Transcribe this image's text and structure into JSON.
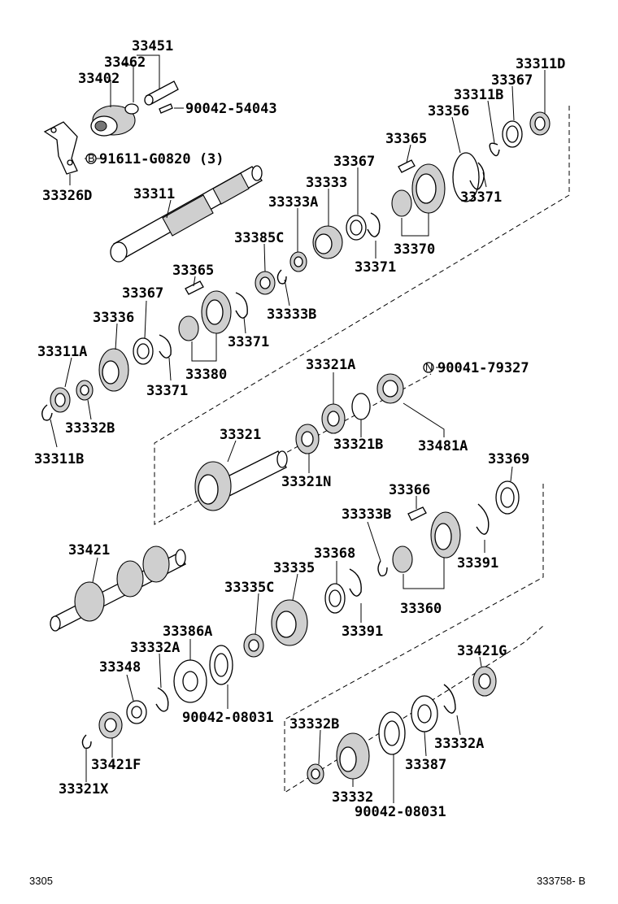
{
  "diagram": {
    "labels": {
      "l33451": "33451",
      "l33462": "33462",
      "l33402": "33402",
      "l90042_54043": "90042-54043",
      "l91611": "91611-G0820 (3)",
      "l33326D": "33326D",
      "l33311": "33311",
      "l33311D": "33311D",
      "l33367a": "33367",
      "l33311B_top": "33311B",
      "l33356": "33356",
      "l33365a": "33365",
      "l33367b": "33367",
      "l33371a": "33371",
      "l33333": "33333",
      "l33333A": "33333A",
      "l33370": "33370",
      "l33385C": "33385C",
      "l33371b": "33371",
      "l33365b": "33365",
      "l33333B_a": "33333B",
      "l33367c": "33367",
      "l33371c": "33371",
      "l33336": "33336",
      "l33311A": "33311A",
      "l33380": "33380",
      "l33371d": "33371",
      "l33332B_a": "33332B",
      "l33311B_bot": "33311B",
      "l33321A": "33321A",
      "l90041": "90041-79327",
      "l33321": "33321",
      "l33321B": "33321B",
      "l33481A": "33481A",
      "l33321N": "33321N",
      "l33369": "33369",
      "l33366": "33366",
      "l33333B_b": "33333B",
      "l33421": "33421",
      "l33368": "33368",
      "l33391a": "33391",
      "l33335": "33335",
      "l33335C": "33335C",
      "l33360": "33360",
      "l33391b": "33391",
      "l33386A": "33386A",
      "l33332A_a": "33332A",
      "l33421G": "33421G",
      "l33348": "33348",
      "l90042_08031a": "90042-08031",
      "l33332B_b": "33332B",
      "l33332A_b": "33332A",
      "l33387": "33387",
      "l33421F": "33421F",
      "l33321X": "33321X",
      "l33332": "33332",
      "l90042_08031b": "90042-08031"
    },
    "markers": {
      "b": "B",
      "n": "N"
    },
    "footer": {
      "left": "3305",
      "right": "333758- B"
    }
  }
}
